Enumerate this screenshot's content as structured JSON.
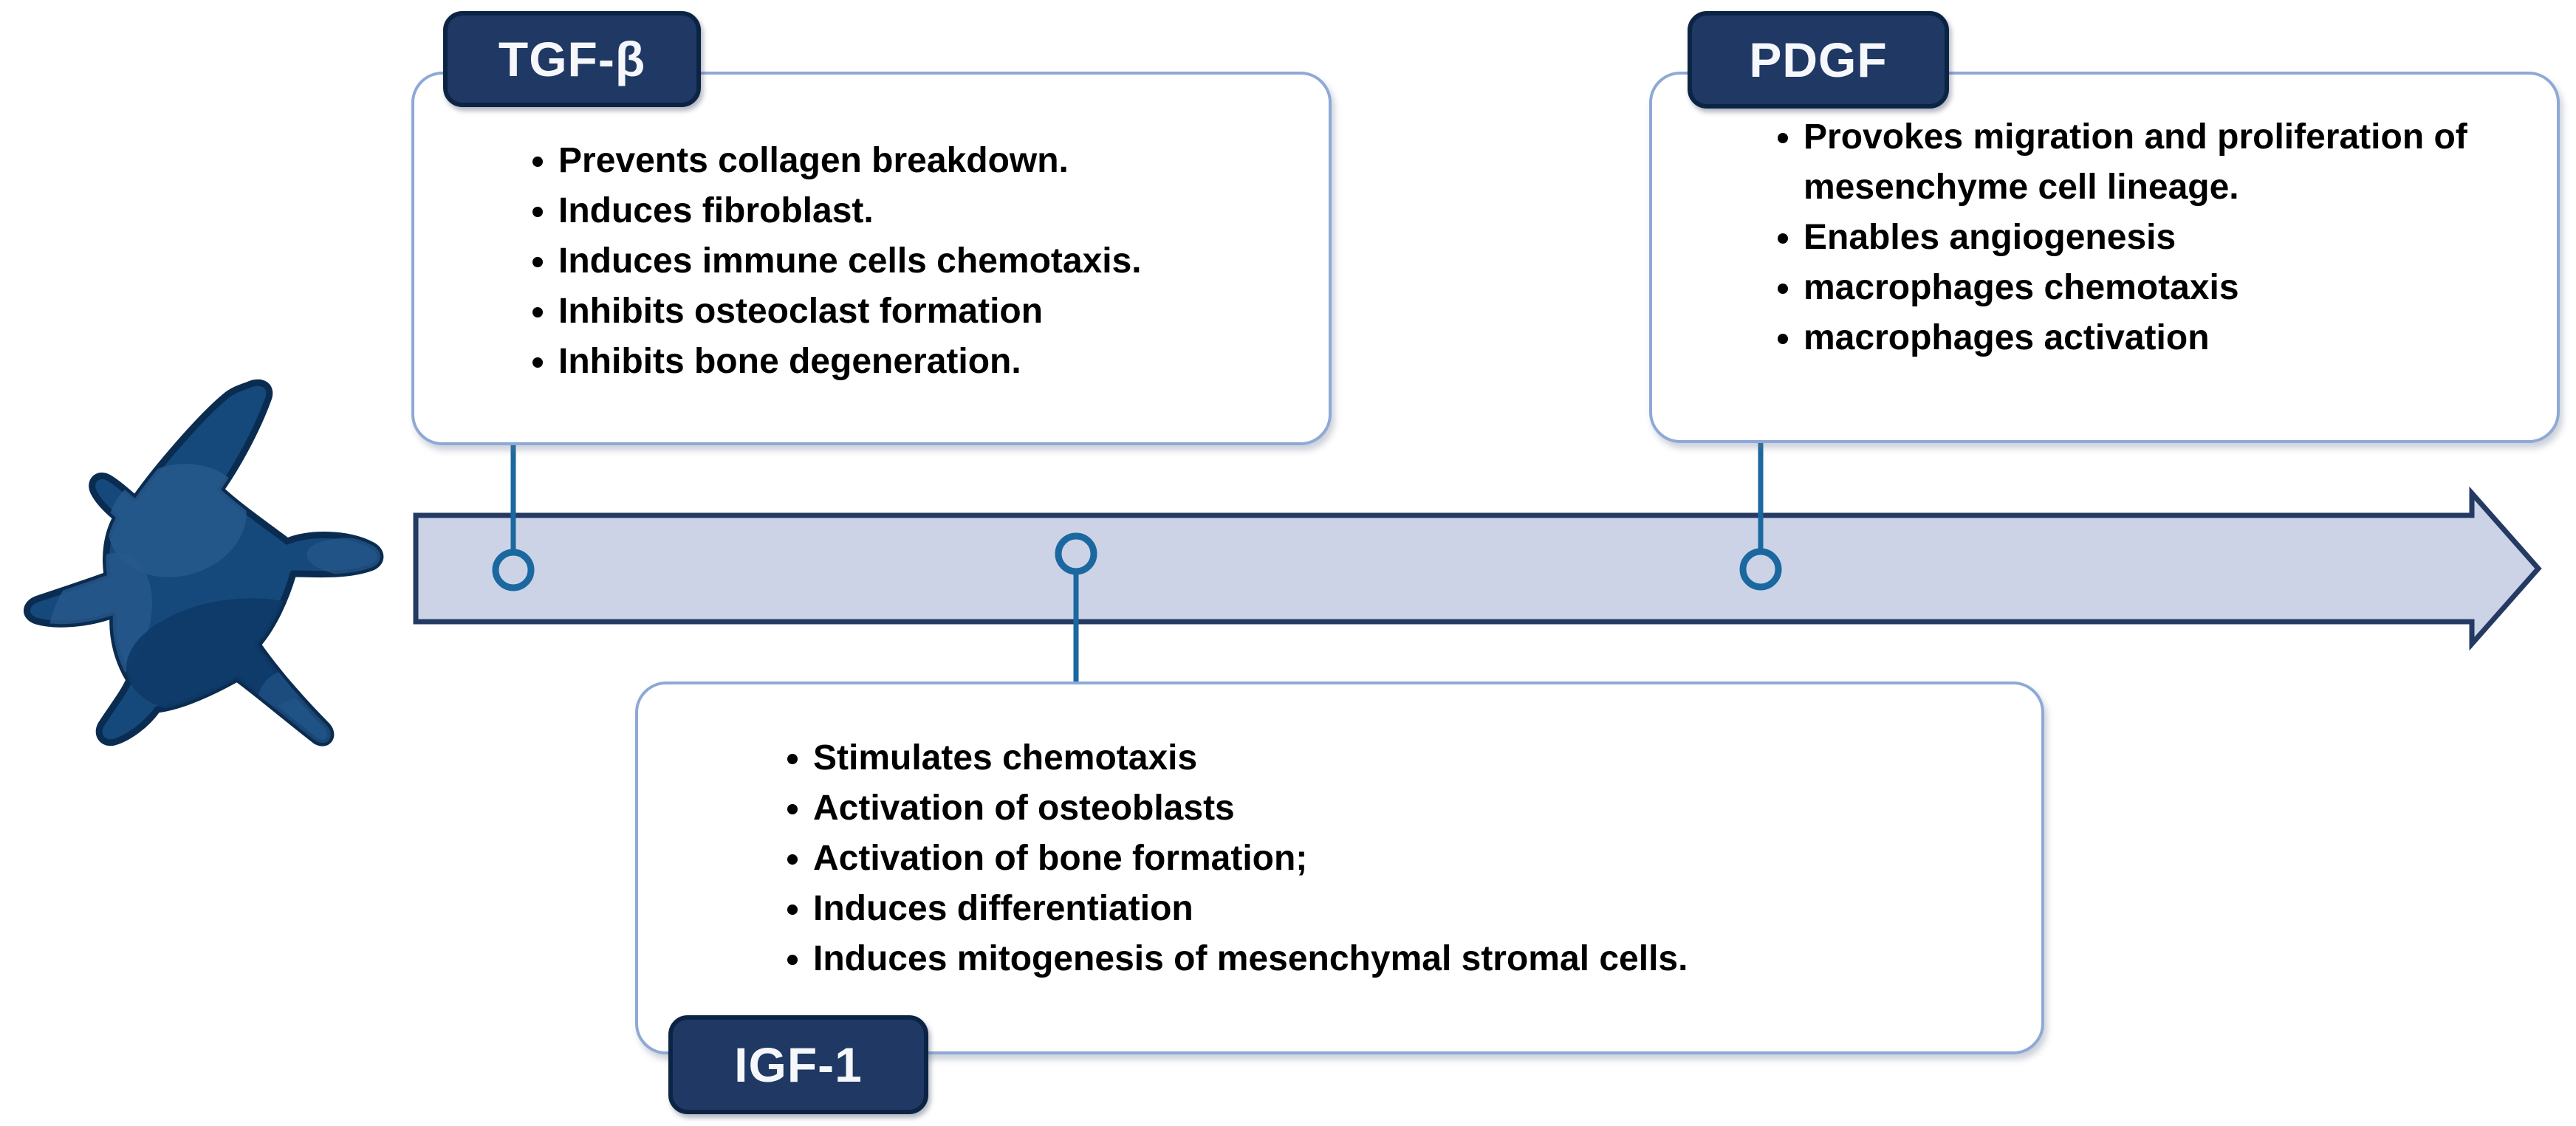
{
  "figure": {
    "growth_factors": [
      {
        "id": "tgfb",
        "label": "TGF-β",
        "bullets": [
          "Prevents collagen breakdown.",
          "Induces fibroblast.",
          "Induces immune cells chemotaxis.",
          "Inhibits osteoclast formation",
          "Inhibits bone degeneration."
        ]
      },
      {
        "id": "pdgf",
        "label": "PDGF",
        "bullets": [
          "Provokes migration and proliferation of mesenchyme cell lineage.",
          "Enables angiogenesis",
          "macrophages chemotaxis",
          "macrophages activation"
        ]
      },
      {
        "id": "igf1",
        "label": "IGF-1",
        "bullets": [
          "Stimulates chemotaxis",
          "Activation of osteoblasts",
          "Activation of bone formation;",
          "Induces differentiation",
          "Induces mitogenesis of mesenchymal stromal cells."
        ]
      }
    ],
    "icons": [
      {
        "name": "mesenchymal-cell-icon"
      },
      {
        "name": "timeline-arrow"
      },
      {
        "name": "connector-circle-marker"
      }
    ],
    "colors": {
      "background": "#ffffff",
      "label_fill": "#1f3864",
      "label_border": "#0c2444",
      "label_text": "#f5f7fa",
      "box_fill": "#ffffff",
      "box_border": "#8ea9d6",
      "arrow_fill": "#ccd3e6",
      "arrow_border": "#243a63",
      "connector": "#1a689f",
      "bullet_text": "#000000",
      "cell_fill": "#16497b",
      "cell_outline": "#0a2c50",
      "cell_patch_light": "#27598c",
      "cell_patch_dark": "#0d3a68"
    }
  }
}
